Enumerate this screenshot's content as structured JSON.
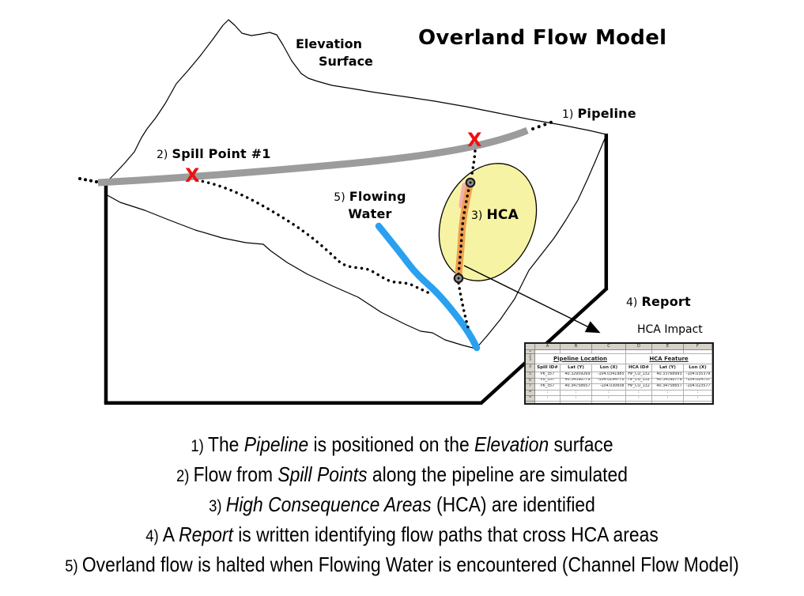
{
  "title": "Overland Flow Model",
  "diagram": {
    "elevation_surface": {
      "line1": "Elevation",
      "line2": "Surface"
    },
    "pipeline_label": {
      "num": "1)",
      "text": "Pipeline"
    },
    "spill_point_label": {
      "num": "2)",
      "text": "Spill Point #1"
    },
    "hca_label": {
      "num": "3)",
      "text": "HCA"
    },
    "report_label": {
      "num": "4)",
      "text": "Report"
    },
    "flowing_water_label": {
      "num": "5)",
      "line1": "Flowing",
      "line2": "Water"
    },
    "hca_impact_label": "HCA Impact",
    "spill_marker_glyph": "X"
  },
  "report_table": {
    "column_letters": [
      "A",
      "B",
      "C",
      "D",
      "E",
      "F"
    ],
    "visible_row_numbers": [
      "1",
      "2",
      "3",
      "4",
      "5",
      "6",
      "7",
      "8",
      "9"
    ],
    "group_headers": [
      {
        "label": "Pipeline Location",
        "span": 3
      },
      {
        "label": "HCA Feature",
        "span": 3
      }
    ],
    "field_headers": [
      "Spill ID#",
      "Lat (Y)",
      "Lon (X)",
      "HCA ID#",
      "Lat (Y)",
      "Lon (X)"
    ],
    "rows": [
      [
        "P6_357",
        "40.32959269",
        "-104.0341985",
        "HP_CO_132",
        "40.33768993",
        "-104.035379"
      ],
      [
        "P6_357",
        "40.34398779",
        "-104.0294778",
        "HP_CO_132",
        "40.34398779",
        "-104.024757"
      ],
      [
        "P6_357",
        "40.34758657",
        "-104.030658",
        "HP_CO_132",
        "40.34758657",
        "-104.023577"
      ]
    ],
    "continuation_symbol": ":",
    "continuation_row_count": 2
  },
  "explanations": [
    {
      "num": "1)",
      "segments": [
        {
          "t": "The "
        },
        {
          "t": "Pipeline",
          "i": true
        },
        {
          "t": " is positioned on the "
        },
        {
          "t": "Elevation",
          "i": true
        },
        {
          "t": " surface"
        }
      ]
    },
    {
      "num": "2)",
      "segments": [
        {
          "t": "Flow from "
        },
        {
          "t": "Spill Points",
          "i": true
        },
        {
          "t": " along the pipeline are simulated"
        }
      ]
    },
    {
      "num": "3)",
      "segments": [
        {
          "t": "High Consequence Areas",
          "i": true
        },
        {
          "t": " (HCA) are identified"
        }
      ]
    },
    {
      "num": "4)",
      "segments": [
        {
          "t": "A "
        },
        {
          "t": "Report",
          "i": true
        },
        {
          "t": " is written identifying flow paths that cross HCA areas"
        }
      ]
    },
    {
      "num": "5)",
      "segments": [
        {
          "t": "Overland flow is halted when Flowing Water is encountered (Channel Flow Model)"
        }
      ]
    }
  ],
  "colors": {
    "pipeline_gray": "#9c9c9c",
    "water_blue": "#2aa0f0",
    "hca_yellow": "#f6f3a4",
    "flow_band_orange": "#f0a050",
    "flow_band_pink": "#f5aeb0",
    "spill_red": "#ee1111"
  }
}
